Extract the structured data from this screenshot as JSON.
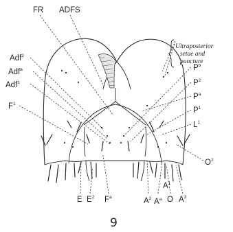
{
  "labels": {
    "fr": "FR",
    "adfs": "ADFS",
    "adf2_base": "Adf",
    "adf2_sup": "2",
    "adfa_base": "Adf",
    "adfa_sup": "a",
    "adf1_base": "Adf",
    "adf1_sup": "1",
    "f1_base": "F",
    "f1_sup": "1",
    "note_line1": "Ultraposterior",
    "note_line2": "setae and",
    "note_line3": "puncture",
    "pb_base": "P",
    "pb_sup": "b",
    "p2_base": "P",
    "p2_sup": "2",
    "pa_base": "P",
    "pa_sup": "a",
    "p1_base": "P",
    "p1_sup": "1",
    "l1_base": "L",
    "l1_sup": "1",
    "o2_base": "O",
    "o2_sup": "2",
    "e_base": "E",
    "e2_base": "E",
    "e2_sup": "2",
    "fa_base": "F",
    "fa_sup": "a",
    "a2_base": "A",
    "a2_sup": "2",
    "aa_base": "A",
    "aa_sup": "a",
    "a1_base": "A",
    "a1_sup": "1",
    "o_base": "O",
    "a3_base": "A",
    "a3_sup": "3"
  },
  "figure_number": "9"
}
